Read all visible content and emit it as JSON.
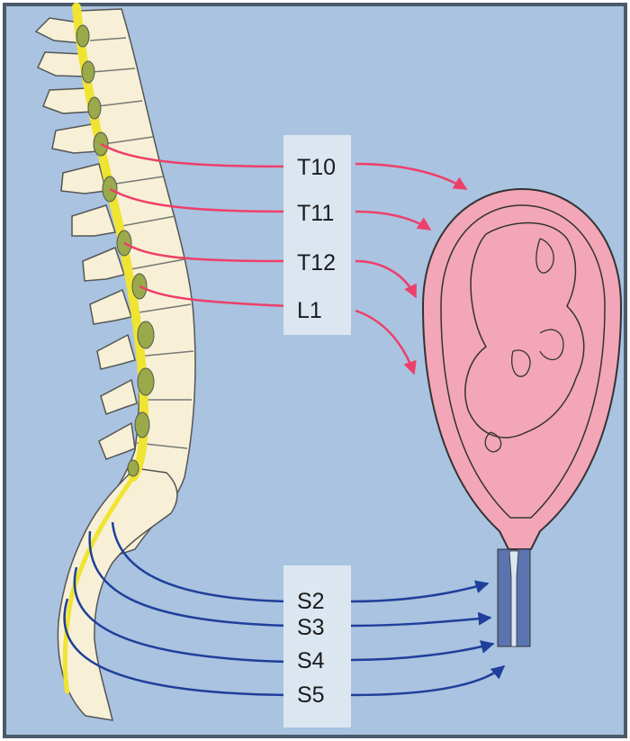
{
  "colors": {
    "background": "#a9c3e0",
    "frame": "#4a5a6a",
    "bone": "#f7f0d6",
    "bone_outline": "#555555",
    "spinal_cord": "#f0e432",
    "ganglion": "#9aa94a",
    "uterus": "#f3a6b8",
    "uterus_outline": "#333333",
    "cervix": "#5b74b0",
    "label_box": "#dbe6f1",
    "upper_nerves": "#ee3f6a",
    "lower_nerves": "#1f3f9a"
  },
  "labels": {
    "upper": [
      "T10",
      "T11",
      "T12",
      "L1"
    ],
    "lower": [
      "S2",
      "S3",
      "S4",
      "S5"
    ]
  }
}
